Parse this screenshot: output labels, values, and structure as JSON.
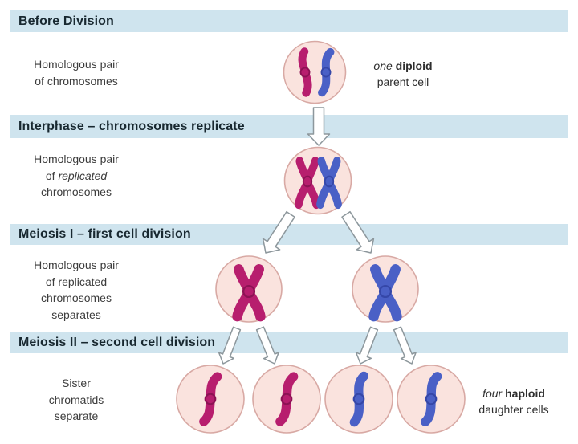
{
  "colors": {
    "band_bg": "#cfe4ee",
    "heading_text": "#182830",
    "label_text": "#3c3c3c",
    "cell_fill": "#fae3de",
    "cell_border": "#d8a9a4",
    "chromosome_magenta": "#b71e6e",
    "chromosome_magenta_dark": "#8c1254",
    "chromosome_blue": "#4a60c6",
    "chromosome_blue_dark": "#3547a8",
    "arrow_fill": "#ffffff",
    "arrow_outline": "#8d979c"
  },
  "headings": {
    "before": "Before Division",
    "interphase": "Interphase – chromosomes replicate",
    "meiosis1": "Meiosis I – first cell division",
    "meiosis2": "Meiosis II – second cell division"
  },
  "labels": {
    "pair_of_chromosomes": "Homologous pair\nof chromosomes",
    "pair_replicated": {
      "line1": "Homologous pair",
      "line2_prefix": "of ",
      "line2_italic": "replicated",
      "line3": "chromosomes"
    },
    "pair_separates": "Homologous pair\nof replicated\nchromosomes\nseparates",
    "sister_chromatids": "Sister\nchromatids\nseparate",
    "diploid": {
      "count_italic": "one",
      "type_bold": "diploid",
      "line2": "parent cell"
    },
    "haploid": {
      "count_italic": "four",
      "type_bold": "haploid",
      "line2": "daughter cells"
    }
  },
  "cells": {
    "parent": {
      "chromosomes": [
        "magenta-single",
        "blue-single"
      ]
    },
    "replicated": {
      "chromosomes": [
        "magenta-x",
        "blue-x"
      ]
    },
    "meiosis1": [
      {
        "chromosomes": [
          "magenta-x"
        ]
      },
      {
        "chromosomes": [
          "blue-x"
        ]
      }
    ],
    "meiosis2": [
      {
        "chromosomes": [
          "magenta-single"
        ]
      },
      {
        "chromosomes": [
          "magenta-single"
        ]
      },
      {
        "chromosomes": [
          "blue-single"
        ]
      },
      {
        "chromosomes": [
          "blue-single"
        ]
      }
    ]
  }
}
